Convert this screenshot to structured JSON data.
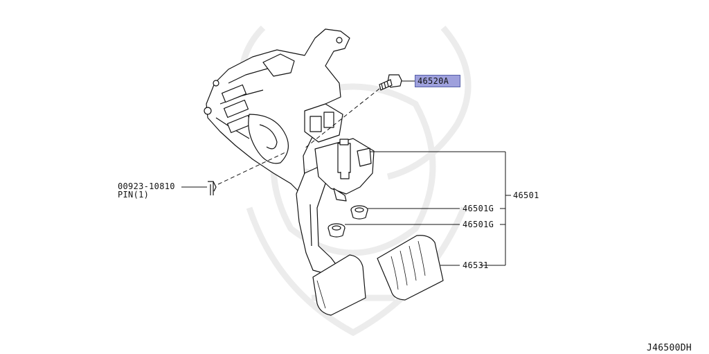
{
  "callouts": {
    "highlighted_part": "46520A",
    "pin_part": "00923-10810",
    "pin_name": "PIN(1)",
    "assembly": "46501",
    "bushing_upper": "46501G",
    "bushing_lower": "46501G",
    "pad": "46531"
  },
  "diagram_id": "J46500DH",
  "colors": {
    "highlight_fill": "#9ea0dc",
    "highlight_border": "#555fa8",
    "line": "#111111"
  }
}
